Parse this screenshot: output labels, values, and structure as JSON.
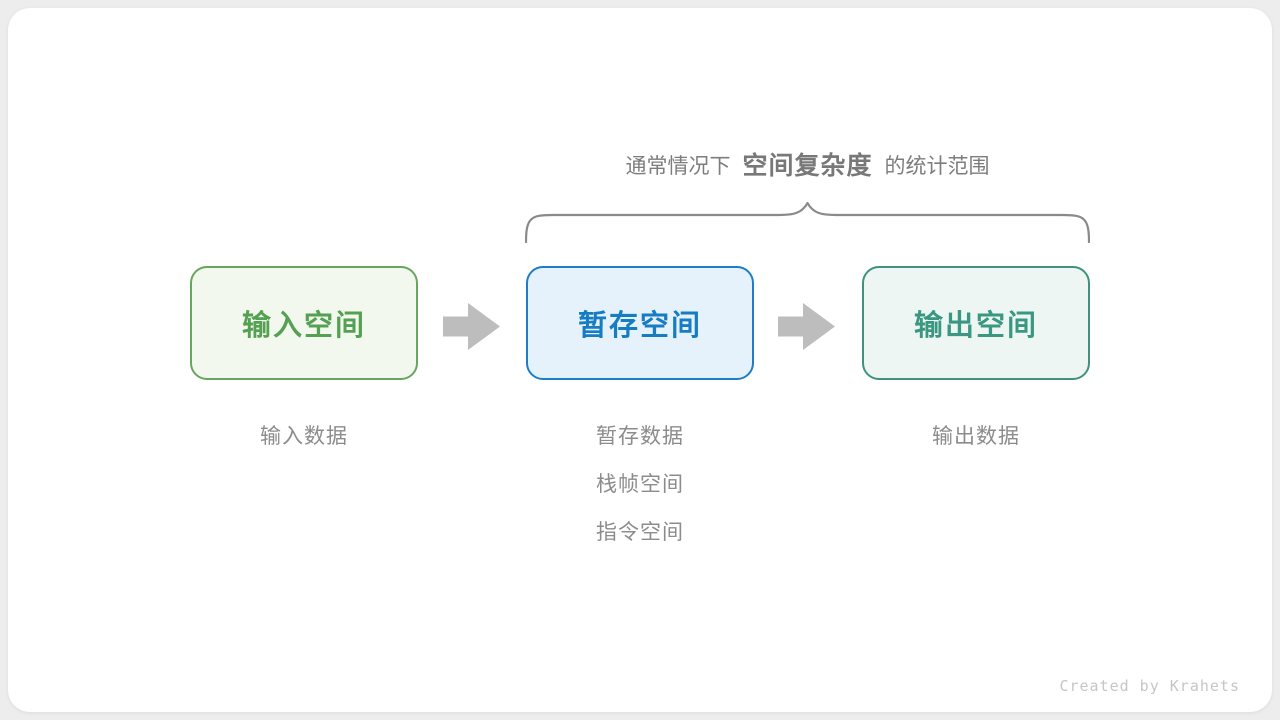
{
  "page": {
    "background_color": "#ededed",
    "card_color": "#ffffff"
  },
  "annotation": {
    "prefix": "通常情况下",
    "highlight": "空间复杂度",
    "suffix": "的统计范围",
    "text_color": "#7d7d7d",
    "brace_color": "#8a8a8a",
    "brace_spans_boxes": [
      "暂存空间",
      "输出空间"
    ]
  },
  "boxes": [
    {
      "label": "输入空间",
      "text_color": "#55a153",
      "border_color": "#68a55f",
      "fill_color": "#f2f8ee"
    },
    {
      "label": "暂存空间",
      "text_color": "#177dc3",
      "border_color": "#1f7dc6",
      "fill_color": "#e5f1fb"
    },
    {
      "label": "输出空间",
      "text_color": "#3a9781",
      "border_color": "#41917f",
      "fill_color": "#eef6f3"
    }
  ],
  "arrows": {
    "color": "#bdbdbd",
    "direction": "right",
    "count": 2
  },
  "notes": {
    "text_color": "#8c8c8c",
    "columns": [
      {
        "lines": [
          "输入数据"
        ]
      },
      {
        "lines": [
          "暂存数据",
          "栈帧空间",
          "指令空间"
        ]
      },
      {
        "lines": [
          "输出数据"
        ]
      }
    ]
  },
  "credit": {
    "text": "Created by Krahets",
    "color": "#c6c6c6"
  }
}
